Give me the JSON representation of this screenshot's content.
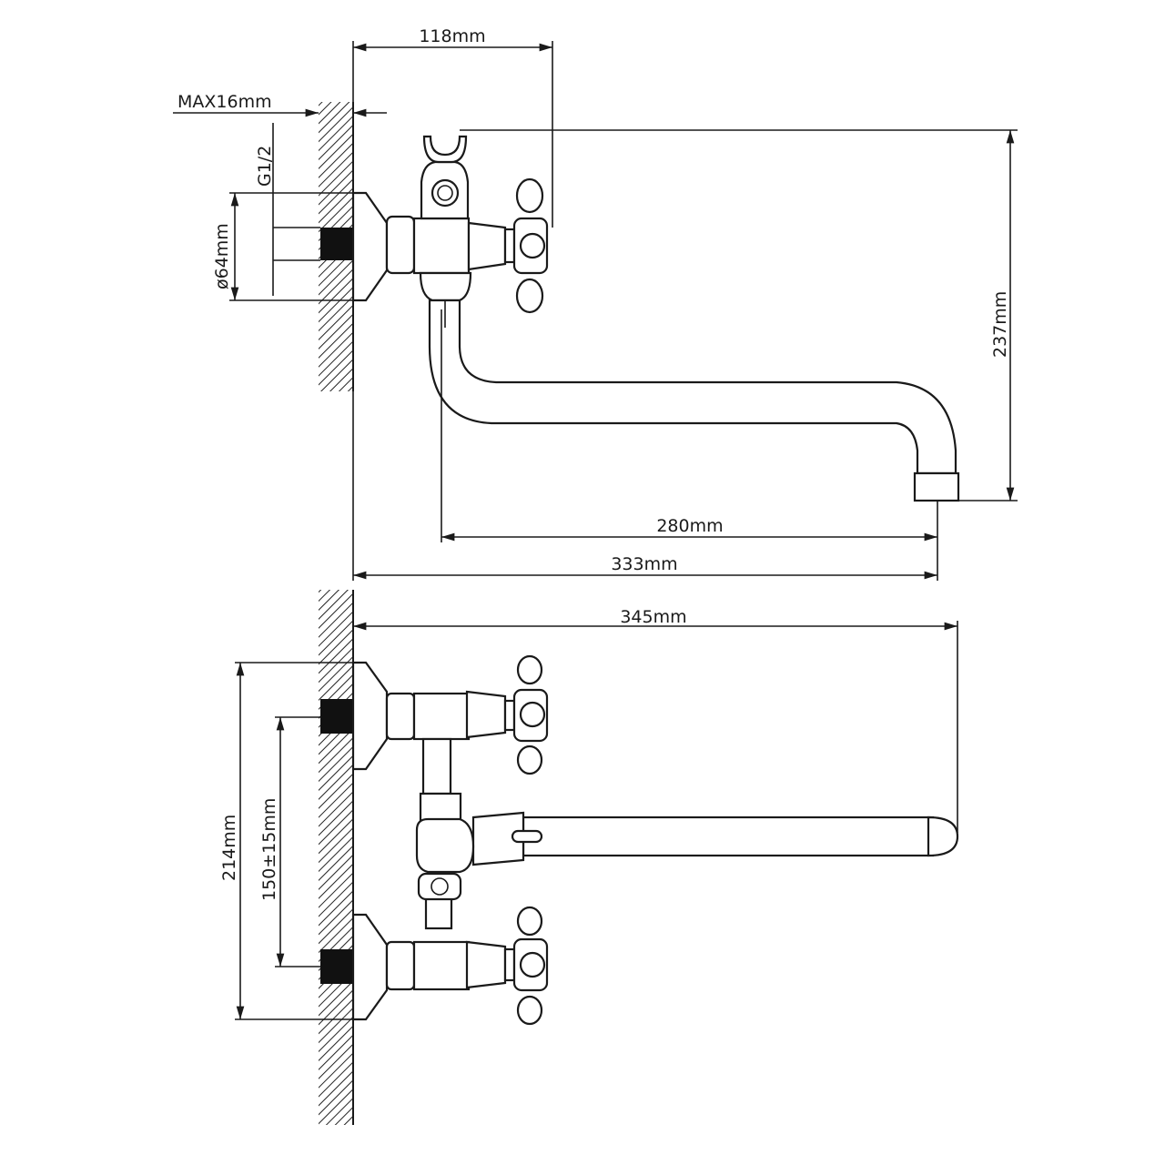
{
  "drawing": {
    "title": "Wall-mounted bath mixer dimension drawing",
    "dimensions": {
      "width_118": "118mm",
      "max_wall": "MAX16mm",
      "thread": "G1/2",
      "flange_dia": "ø64mm",
      "height_237": "237mm",
      "spout_280": "280mm",
      "reach_333": "333mm",
      "length_345": "345mm",
      "height_214": "214mm",
      "centers": "150±15mm"
    }
  }
}
